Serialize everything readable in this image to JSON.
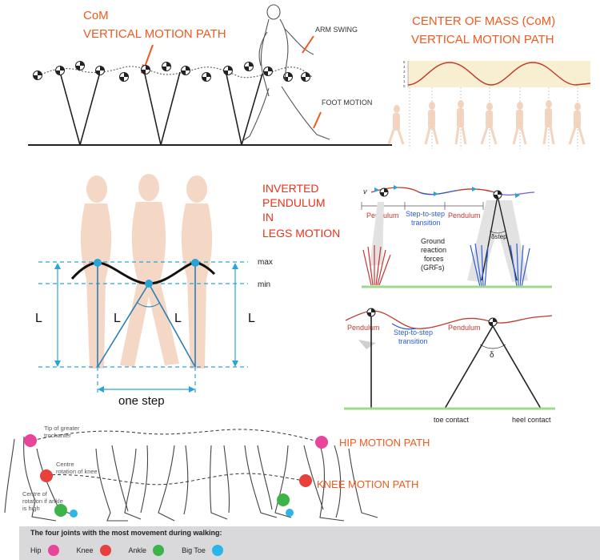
{
  "panel1": {
    "title_line1": "CoM",
    "title_line2": "VERTICAL MOTION PATH",
    "arm_swing": "ARM SWING",
    "foot_motion": "FOOT MOTION"
  },
  "panel2": {
    "title_line1": "CENTER OF MASS (CoM)",
    "title_line2": "VERTICAL MOTION PATH",
    "y_ticks": [
      "5",
      "4",
      "3",
      "2",
      "1",
      "0"
    ]
  },
  "panel3": {
    "max_label": "max",
    "min_label": "min",
    "leg_label": "L",
    "one_step": "one step",
    "title_lines": [
      "INVERTED",
      "PENDULUM",
      "IN",
      "LEGS MOTION"
    ]
  },
  "panel4": {
    "v_label": "v",
    "pendulum": "Pendulum",
    "transition_line1": "Step-to-step",
    "transition_line2": "transition",
    "grf_line1": "Ground",
    "grf_line2": "reaction",
    "grf_line3": "forces",
    "grf_line4": "(GRFs)",
    "delta_label": "δstep"
  },
  "panel5": {
    "pendulum": "Pendulum",
    "transition_line1": "Step-to-step",
    "transition_line2": "transition",
    "delta": "δ",
    "toe_contact": "toe contact",
    "heel_contact": "heel contact"
  },
  "panel6": {
    "trochanter_line1": "Tip of greater",
    "trochanter_line2": "trochanter",
    "knee_line1": "Centre",
    "knee_line2": "rotation of knee",
    "ankle_line1": "Centre of",
    "ankle_line2": "rotation if ankle",
    "ankle_line3": "is high",
    "hip_path": "HIP MOTION PATH",
    "knee_path": "KNEE MOTION PATH"
  },
  "legend": {
    "title": "The four joints with the most movement during walking:",
    "items": [
      {
        "label": "Hip",
        "color": "#e6459a"
      },
      {
        "label": "Knee",
        "color": "#e8413d"
      },
      {
        "label": "Ankle",
        "color": "#3cb44a"
      },
      {
        "label": "Big Toe",
        "color": "#2bb5e8"
      }
    ]
  },
  "colors": {
    "accent_orange": "#f05a1e",
    "dashed_blue": "#2aa4d8",
    "red_path": "#d23a3a",
    "blue_path": "#2c5bd6"
  }
}
